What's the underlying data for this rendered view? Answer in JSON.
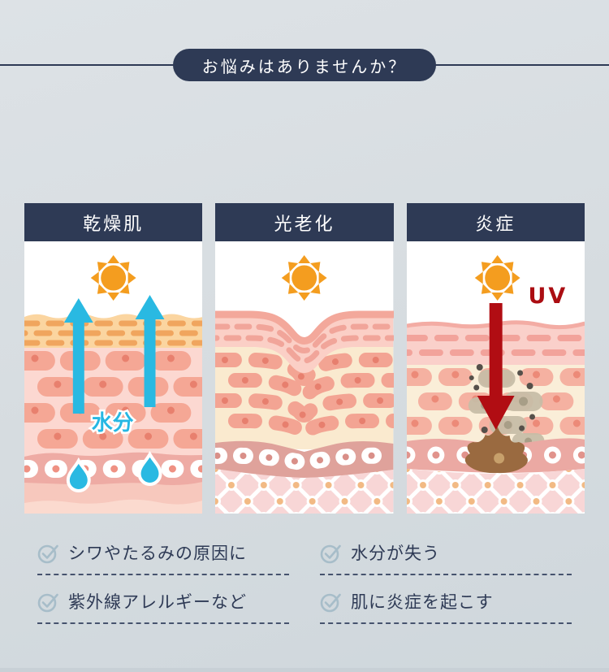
{
  "header": {
    "title": "お悩みはありませんか？"
  },
  "panels": [
    {
      "title": "乾燥肌",
      "overlay_label": "水分"
    },
    {
      "title": "光老化"
    },
    {
      "title": "炎症",
      "overlay_label": "UV"
    }
  ],
  "checklist": {
    "items": [
      {
        "label": "シワやたるみの原因に",
        "icon": "check-circle-icon"
      },
      {
        "label": "水分が失う",
        "icon": "check-circle-icon"
      },
      {
        "label": "紫外線アレルギーなど",
        "icon": "check-circle-icon"
      },
      {
        "label": "肌に炎症を起こす",
        "icon": "check-circle-icon"
      }
    ]
  },
  "icons": {
    "sun": "sun-icon",
    "check": "check-circle-icon",
    "moisture_arrows": "up-arrow-icon",
    "uv_arrow": "down-arrow-icon",
    "droplets": "water-drop-icon"
  },
  "colors": {
    "background": "#d6dce0",
    "navy": "#2e3a55",
    "sun_orange": "#f49d1f",
    "moisture_cyan": "#29b9e2",
    "uv_red": "#ae0d12",
    "check_icon": "#a7bdc9",
    "skin_pink": "#f5a795",
    "skin_cream": "#faeacf"
  }
}
